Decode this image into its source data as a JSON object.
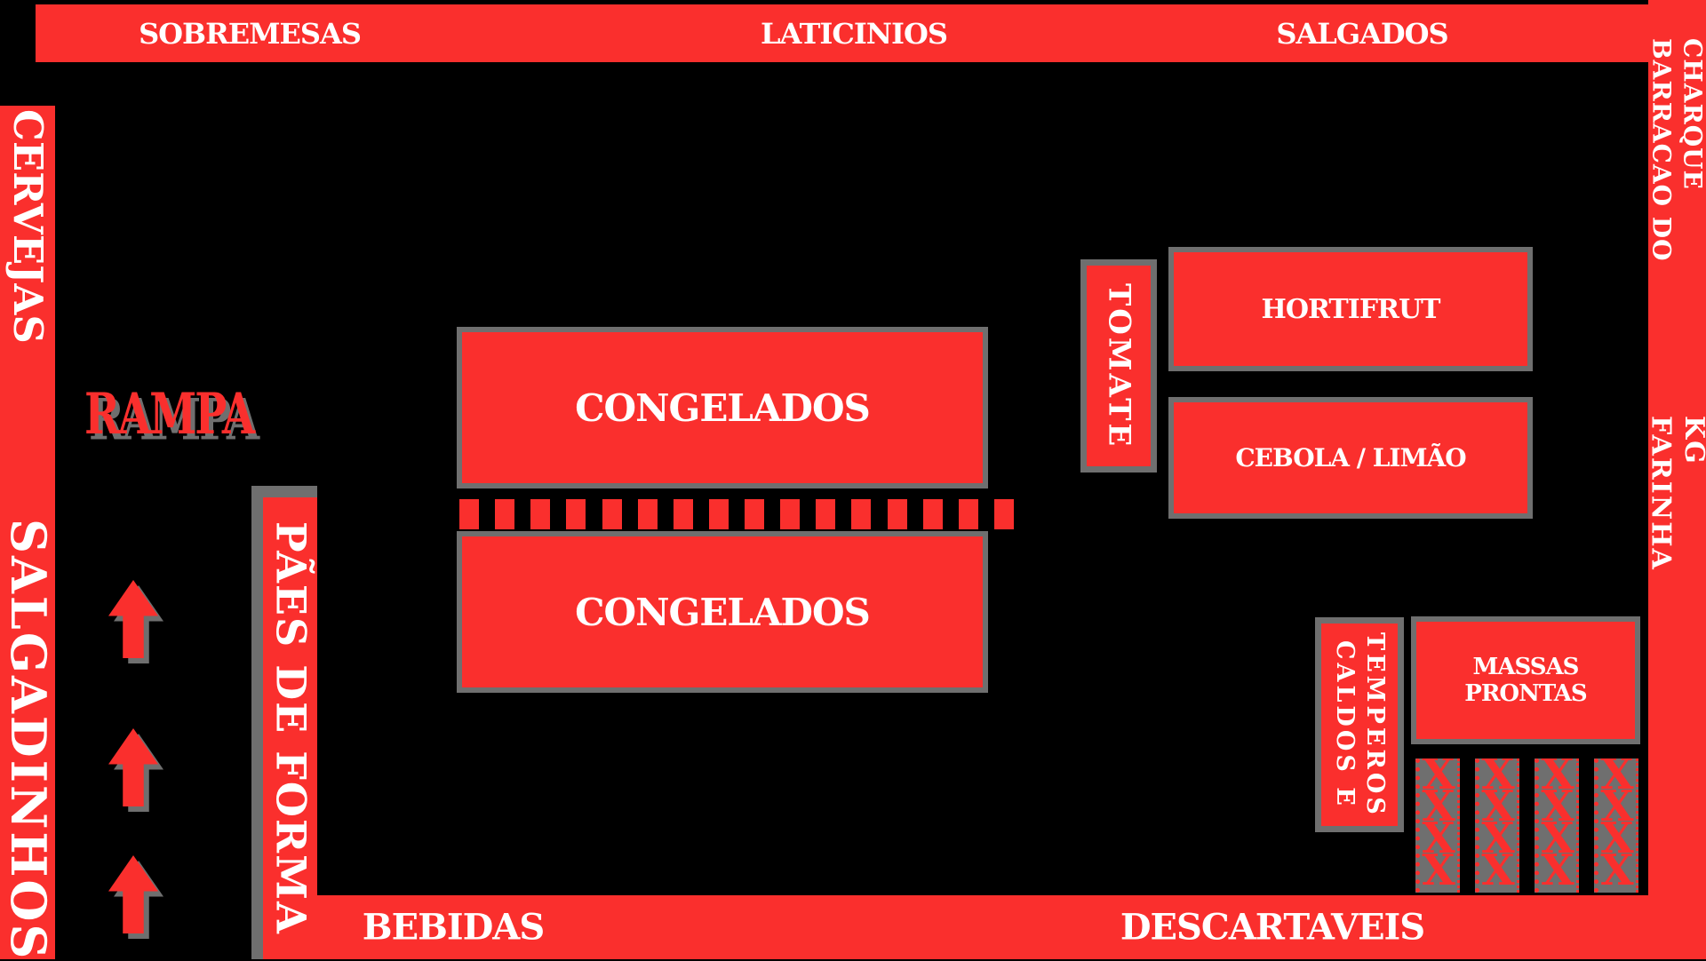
{
  "colors": {
    "red": "#fa2f2d",
    "gray": "#6f6f6f",
    "background": "#000000",
    "text_white": "#ffffff"
  },
  "walls": {
    "top": {
      "sobremesas": "SOBREMESAS",
      "laticinios": "LATICINIOS",
      "salgados": "SALGADOS"
    },
    "left": {
      "cervejas": "CERVEJAS",
      "salgadinhos": "SALGADINHOS"
    },
    "right": {
      "barracao_do_charque": "BARRACAO DO CHARQUE",
      "farinha_kg": "FARINHA KG"
    },
    "bottom": {
      "bebidas": "BEBIDAS",
      "descartaveis": "DESCARTAVEIS"
    }
  },
  "areas": {
    "rampa": "RAMPA",
    "congelados_top": "CONGELADOS",
    "congelados_bottom": "CONGELADOS",
    "tomate": "TOMATE",
    "hortifrut": "HORTIFRUT",
    "cebola_limao": "CEBOLA / LIMÃO",
    "paes_de_forma": "PÃES DE FORMA",
    "caldos_temperos": "CALDOS E\nTEMPEROS",
    "massas_prontas": "MASSAS PRONTAS"
  },
  "decor": {
    "divider_dash_count": 16,
    "rack_count": 4,
    "rack_x_per_rack": 4,
    "rack_symbol": "X",
    "arrow_up_count": 3
  }
}
